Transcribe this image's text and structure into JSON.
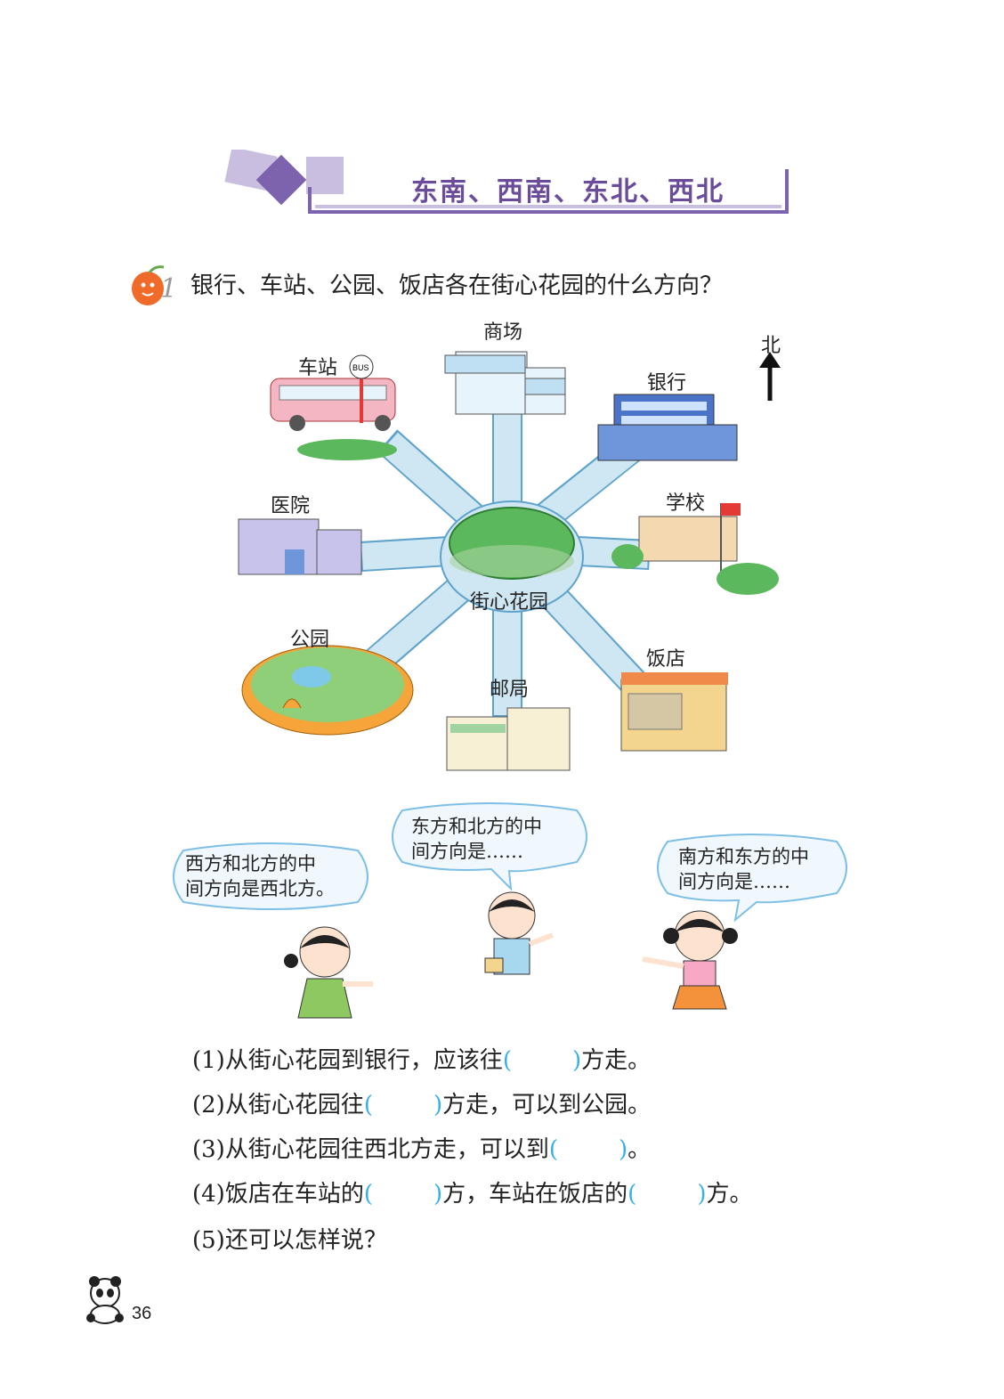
{
  "header": {
    "title": "东南、西南、东北、西北"
  },
  "problem": {
    "number": "1",
    "text": "银行、车站、公园、饭店各在街心花园的什么方向？"
  },
  "map": {
    "center": "街心花园",
    "north": "北",
    "places": {
      "n": "商场",
      "ne": "银行",
      "e": "学校",
      "se": "饭店",
      "s": "邮局",
      "sw": "公园",
      "w": "医院",
      "nw": "车站"
    },
    "bus_sign": "BUS"
  },
  "bubbles": {
    "left": [
      "西方和北方的中",
      "间方向是西北方。"
    ],
    "middle": [
      "东方和北方的中",
      "间方向是……"
    ],
    "right": [
      "南方和东方的中",
      "间方向是……"
    ]
  },
  "questions": [
    {
      "pre": "(1)从街心花园到银行，应该往",
      "open": "(",
      "close": ")",
      "post": "方走。"
    },
    {
      "pre": "(2)从街心花园往",
      "open": "(",
      "close": ")",
      "post": "方走，可以到公园。"
    },
    {
      "pre": "(3)从街心花园往西北方走，可以到",
      "open": "(",
      "close": ")",
      "post": "。"
    },
    {
      "pre": "(4)饭店在车站的",
      "open": "(",
      "close": ")",
      "mid": "方，车站在饭店的",
      "post": "方。"
    },
    {
      "pre": "(5)还可以怎样说？"
    }
  ],
  "page_number": "36",
  "colors": {
    "title": "#6b4c9a",
    "banner_light": "#c9bde0",
    "banner_dark": "#7d62ad",
    "road": "#cfe6f3",
    "road_edge": "#5fa3cc",
    "blank_paren": "#3ab0e6"
  }
}
